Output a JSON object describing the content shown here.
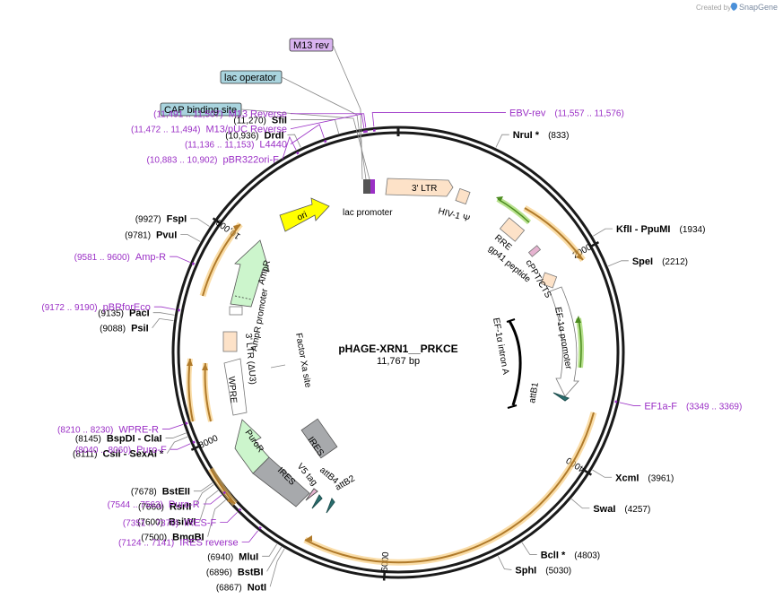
{
  "credit": {
    "text": "Created by",
    "brand": "SnapGene"
  },
  "plasmid": {
    "name": "pHAGE-XRN1__PRKCE",
    "size_label": "11,767 bp",
    "total_bp": 11767
  },
  "colors": {
    "ring": "#1a1a1a",
    "primer": "#9b30c6",
    "orf_arrow": "#b07a2a",
    "orf_glow": "#f6c66e",
    "green": "#76c043",
    "gray": "#a7a9ac"
  },
  "ticks": [
    {
      "bp": 2000,
      "label": "2000"
    },
    {
      "bp": 4000,
      "label": "4000"
    },
    {
      "bp": 6000,
      "label": "6000"
    },
    {
      "bp": 8000,
      "label": "8000"
    },
    {
      "bp": 10000,
      "label": "10,000"
    }
  ],
  "sites": [
    {
      "name": "NruI *",
      "pos": "(833)",
      "bp": 833,
      "side": "right"
    },
    {
      "name": "KflI",
      "name2": " - PpuMI",
      "pos": "(1934)",
      "bp": 1934,
      "side": "right"
    },
    {
      "name": "SpeI",
      "pos": "(2212)",
      "bp": 2212,
      "side": "right"
    },
    {
      "name": "XcmI",
      "pos": "(3961)",
      "bp": 3961,
      "side": "right"
    },
    {
      "name": "SwaI",
      "pos": "(4257)",
      "bp": 4257,
      "side": "right"
    },
    {
      "name": "BclI *",
      "pos": "(4803)",
      "bp": 4803,
      "side": "right"
    },
    {
      "name": "SphI",
      "pos": "(5030)",
      "bp": 5030,
      "side": "right"
    },
    {
      "name": "NotI",
      "pos": "(6867)",
      "bp": 6867,
      "side": "left"
    },
    {
      "name": "BstBI",
      "pos": "(6896)",
      "bp": 6896,
      "side": "left"
    },
    {
      "name": "MluI",
      "pos": "(6940)",
      "bp": 6940,
      "side": "left"
    },
    {
      "name": "BmgBI",
      "pos": "(7500)",
      "bp": 7500,
      "side": "left"
    },
    {
      "name": "BsiWI",
      "pos": "(7600)",
      "bp": 7600,
      "side": "left"
    },
    {
      "name": "RsrII",
      "pos": "(7660)",
      "bp": 7660,
      "side": "left"
    },
    {
      "name": "BstEII",
      "pos": "(7678)",
      "bp": 7678,
      "side": "left"
    },
    {
      "name": "CsiI",
      "name2": " - SexAI *",
      "pos": "(8111)",
      "bp": 8111,
      "side": "left"
    },
    {
      "name": "BspDI",
      "name2": " - ClaI",
      "pos": "(8145)",
      "bp": 8145,
      "side": "left"
    },
    {
      "name": "PsiI",
      "pos": "(9088)",
      "bp": 9088,
      "side": "left"
    },
    {
      "name": "PacI",
      "pos": "(9135)",
      "bp": 9135,
      "side": "left"
    },
    {
      "name": "PvuI",
      "pos": "(9781)",
      "bp": 9781,
      "side": "left"
    },
    {
      "name": "FspI",
      "pos": "(9927)",
      "bp": 9927,
      "side": "left"
    },
    {
      "name": "DrdI",
      "pos": "(10,936)",
      "bp": 10936,
      "side": "left"
    },
    {
      "name": "SfiI",
      "pos": "(11,270)",
      "bp": 11270,
      "side": "left"
    }
  ],
  "primers": [
    {
      "name": "EF1a-F",
      "range": "(3349 .. 3369)",
      "bp": 3359,
      "side": "right"
    },
    {
      "name": "IRES reverse",
      "range": "(7124 .. 7141)",
      "bp": 7132,
      "side": "left"
    },
    {
      "name": "IRES-F",
      "range": "(7351 .. 7370)",
      "bp": 7360,
      "side": "left"
    },
    {
      "name": "Puro-R",
      "range": "(7544 .. 7563)",
      "bp": 7553,
      "side": "left"
    },
    {
      "name": "Puro-F",
      "range": "(8040 .. 8060)",
      "bp": 8050,
      "side": "left"
    },
    {
      "name": "WPRE-R",
      "range": "(8210 .. 8230)",
      "bp": 8220,
      "side": "left"
    },
    {
      "name": "pBRforEco",
      "range": "(9172 .. 9190)",
      "bp": 9181,
      "side": "left"
    },
    {
      "name": "Amp-R",
      "range": "(9581 .. 9600)",
      "bp": 9590,
      "side": "left"
    },
    {
      "name": "pBR322ori-F",
      "range": "(10,883 .. 10,902)",
      "bp": 10892,
      "side": "left"
    },
    {
      "name": "L4440",
      "range": "(11,136 .. 11,153)",
      "bp": 11144,
      "side": "left"
    },
    {
      "name": "M13/pUC Reverse",
      "range": "(11,472 .. 11,494)",
      "bp": 11483,
      "side": "left"
    },
    {
      "name": "M13 Reverse",
      "range": "(11,491 .. 11,507)",
      "bp": 11499,
      "side": "left"
    },
    {
      "name": "EBV-rev",
      "range": "(11,557 .. 11,576)",
      "bp": 11566,
      "side": "right"
    }
  ],
  "boxed_labels": [
    {
      "name": "M13 rev",
      "kind": "primer-box"
    },
    {
      "name": "lac operator",
      "kind": "feature-box"
    },
    {
      "name": "CAP binding site",
      "kind": "feature-box"
    }
  ],
  "features": [
    {
      "name": "lac promoter"
    },
    {
      "name": "3' LTR"
    },
    {
      "name": "HIV-1 Ψ"
    },
    {
      "name": "RRE"
    },
    {
      "name": "gp41 peptide"
    },
    {
      "name": "cPPT/CTS"
    },
    {
      "name": "EF-1α promoter"
    },
    {
      "name": "EF-1α intron A"
    },
    {
      "name": "attB1"
    },
    {
      "name": "IRES"
    },
    {
      "name": "attB4"
    },
    {
      "name": "attB2"
    },
    {
      "name": "V5 tag"
    },
    {
      "name": "PuroR"
    },
    {
      "name": "WPRE"
    },
    {
      "name": "3' LTR (ΔU3)"
    },
    {
      "name": "Factor Xa site"
    },
    {
      "name": "AmpR promoter"
    },
    {
      "name": "AmpR"
    },
    {
      "name": "ori"
    }
  ]
}
